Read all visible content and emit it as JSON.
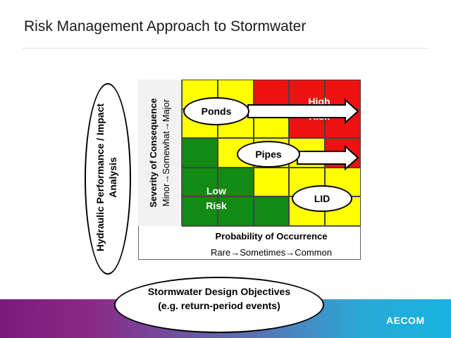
{
  "slide": {
    "title": "Risk Management Approach to Stormwater",
    "left_oval": "Hydraulic Performance / Impact Analysis",
    "bottom_oval_line1": "Stormwater Design Objectives",
    "bottom_oval_line2": "(e.g. return-period events)",
    "logo": "AECOM"
  },
  "matrix": {
    "y_title": "Severity of Consequence",
    "y_sub": "Minor→Somewhat→Major",
    "x_title": "Probability of Occurrence",
    "x_sub": "Rare→Sometimes→Common",
    "high_risk": "High Risk",
    "low_risk": "Low Risk",
    "colors": {
      "red": "#ee1111",
      "yellow": "#ffff00",
      "green": "#138a13"
    },
    "grid": [
      [
        "yellow",
        "yellow",
        "red",
        "red",
        "red"
      ],
      [
        "yellow",
        "yellow",
        "yellow",
        "red",
        "red"
      ],
      [
        "green",
        "yellow",
        "yellow",
        "yellow",
        "red"
      ],
      [
        "green",
        "green",
        "yellow",
        "yellow",
        "yellow"
      ],
      [
        "green",
        "green",
        "green",
        "yellow",
        "yellow"
      ]
    ],
    "items": [
      {
        "label": "Ponds"
      },
      {
        "label": "Pipes"
      },
      {
        "label": "LID"
      }
    ]
  }
}
